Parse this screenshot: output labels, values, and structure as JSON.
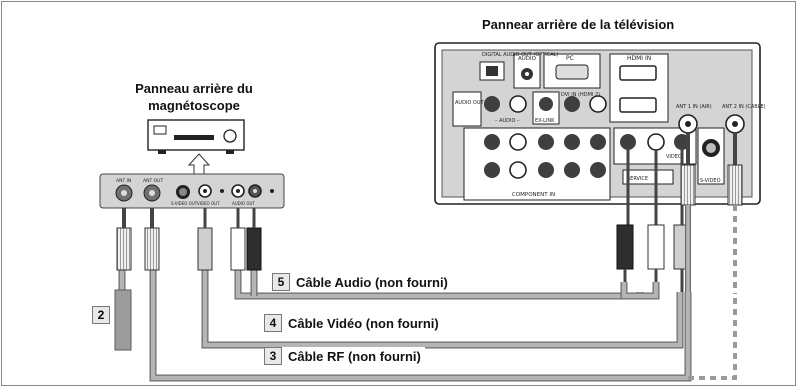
{
  "tv_panel": {
    "title": "Pannear arrière de la télévision",
    "labels": {
      "digital_audio_out": "DIGITAL AUDIO OUT (OPTICAL)",
      "audio": "AUDIO",
      "pc": "PC",
      "hdmi_in": "HDMI IN",
      "audio_out": "AUDIO OUT",
      "dvi_in": "DVI IN (HDMI 2)",
      "ex_link": "EX-LINK",
      "audio_lr": "– AUDIO –",
      "component_in": "COMPONENT IN",
      "service": "SERVICE",
      "video": "VIDEO",
      "s_video": "S-VIDEO",
      "ant1": "ANT 1 IN (AIR)",
      "ant2": "ANT 2 IN (CABLE)"
    }
  },
  "vcr_panel": {
    "title_line1": "Panneau arrière du",
    "title_line2": "magnétoscope",
    "labels": {
      "ant_in": "ANT IN",
      "ant_out": "ANT OUT",
      "svideo_out": "S-VIDEO OUT",
      "video_out": "VIDEO OUT",
      "audio_out": "AUDIO OUT"
    }
  },
  "cables": [
    {
      "number": "5",
      "label": "Câble Audio (non fourni)"
    },
    {
      "number": "4",
      "label": "Câble Vidéo (non fourni)"
    },
    {
      "number": "3",
      "label": "Câble RF (non fourni)"
    }
  ],
  "wall_badge": {
    "number": "2"
  },
  "colors": {
    "cable_fill": "#b5b5b5",
    "cable_edge": "#6b6b6b",
    "panel_bg": "#d4d4d4",
    "jack_dark": "#3f3f3f"
  }
}
